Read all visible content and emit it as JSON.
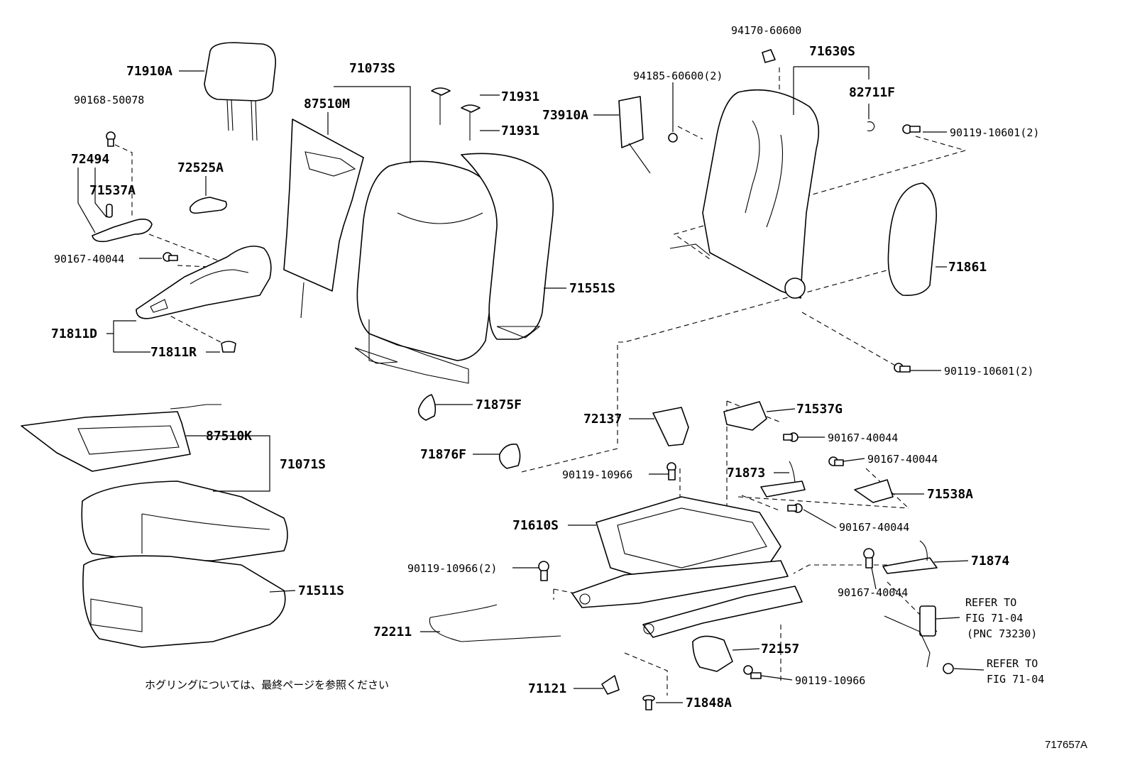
{
  "diagram": {
    "note": "ホグリングについては、最終ページを参照ください",
    "figure_code": "717657A",
    "labels": {
      "p71910A": "71910A",
      "p90168_50078": "90168-50078",
      "p72494": "72494",
      "p71537A": "71537A",
      "p72525A": "72525A",
      "p90167_40044_a": "90167-40044",
      "p71811D": "71811D",
      "p71811R": "71811R",
      "p87510M": "87510M",
      "p71073S": "71073S",
      "p71931_a": "71931",
      "p71931_b": "71931",
      "p71551S": "71551S",
      "p73910A": "73910A",
      "p94185_60600": "94185-60600(2)",
      "p94170_60600": "94170-60600",
      "p71630S": "71630S",
      "p82711F": "82711F",
      "p90119_10601_a": "90119-10601(2)",
      "p71861": "71861",
      "p90119_10601_b": "90119-10601(2)",
      "p87510K": "87510K",
      "p71071S": "71071S",
      "p71511S": "71511S",
      "p72211": "72211",
      "p71875F": "71875F",
      "p71876F": "71876F",
      "p72137": "72137",
      "p90119_10966_a": "90119-10966",
      "p71610S": "71610S",
      "p90119_10966_2": "90119-10966(2)",
      "p71121": "71121",
      "p71848A": "71848A",
      "p72157": "72157",
      "p90119_10966_b": "90119-10966",
      "p71537G": "71537G",
      "p90167_40044_b": "90167-40044",
      "p90167_40044_c": "90167-40044",
      "p71873": "71873",
      "p71538A": "71538A",
      "p90167_40044_d": "90167-40044",
      "p71874": "71874",
      "p90167_40044_e": "90167-40044",
      "refer1_line1": "REFER TO",
      "refer1_line2": "FIG 71-04",
      "refer1_line3": "(PNC 73230)",
      "refer2_line1": "REFER TO",
      "refer2_line2": "FIG 71-04"
    }
  }
}
